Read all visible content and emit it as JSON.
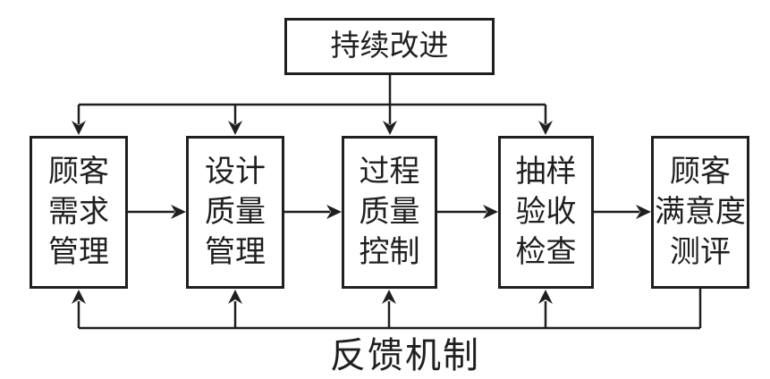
{
  "diagram": {
    "top_box": {
      "label": "持续改进"
    },
    "process_boxes": [
      {
        "lines": [
          "顾客",
          "需求",
          "管理"
        ]
      },
      {
        "lines": [
          "设计",
          "质量",
          "管理"
        ]
      },
      {
        "lines": [
          "过程",
          "质量",
          "控制"
        ]
      },
      {
        "lines": [
          "抽样",
          "验收",
          "检查"
        ]
      },
      {
        "lines": [
          "顾客",
          "满意度",
          "测评"
        ]
      }
    ],
    "feedback_label": "反馈机制",
    "colors": {
      "line": "#1f1f1f",
      "text": "#1f1f1f",
      "background": "#ffffff"
    }
  }
}
